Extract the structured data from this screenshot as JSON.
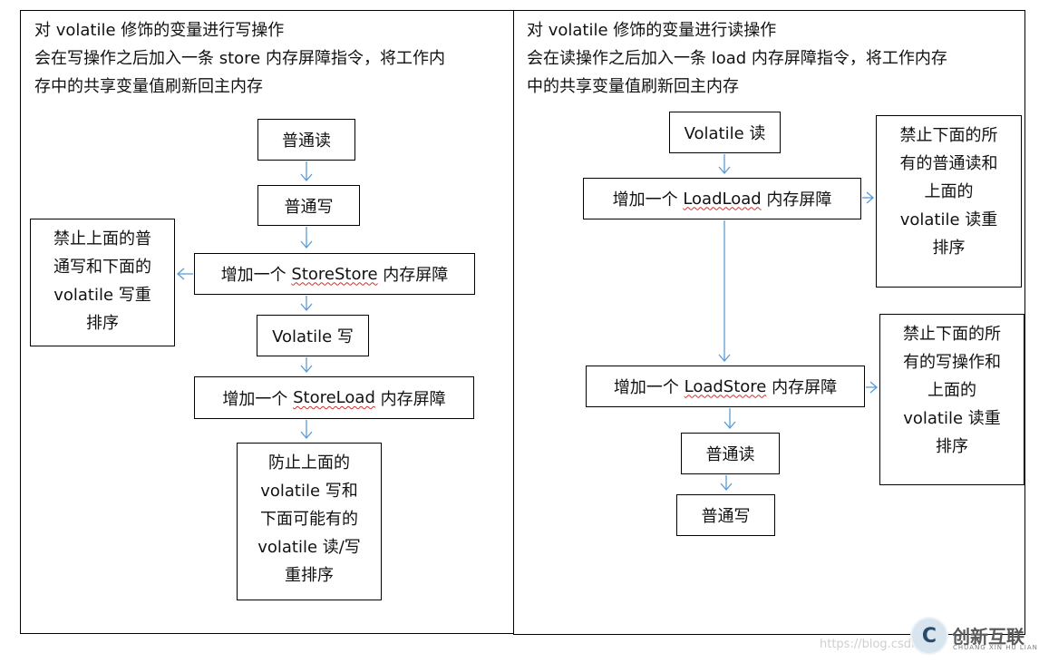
{
  "left_panel": {
    "description": [
      "对 volatile 修饰的变量进行写操作",
      "会在写操作之后加入一条 store 内存屏障指令，将工作内",
      "存中的共享变量值刷新回主内存"
    ],
    "boxes": {
      "normal_read": "普通读",
      "normal_write": "普通写",
      "storestore_prefix": "增加一个 ",
      "storestore_term": "StoreStore",
      "storestore_suffix": " 内存屏障",
      "volatile_write": "Volatile 写",
      "storeload_prefix": "增加一个 ",
      "storeload_term": "StoreLoad",
      "storeload_suffix": " 内存屏障"
    },
    "note_storestore": [
      "禁止上面的普",
      "通写和下面的",
      "volatile 写重",
      "排序"
    ],
    "note_storeload": [
      "防止上面的",
      "volatile 写和",
      "下面可能有的",
      "volatile 读/写",
      "重排序"
    ]
  },
  "right_panel": {
    "description": [
      "对 volatile 修饰的变量进行读操作",
      "会在读操作之后加入一条 load 内存屏障指令，将工作内存",
      "中的共享变量值刷新回主内存"
    ],
    "boxes": {
      "volatile_read": "Volatile 读",
      "loadload_prefix": "增加一个 ",
      "loadload_term": "LoadLoad",
      "loadload_suffix": " 内存屏障",
      "loadstore_prefix": "增加一个 ",
      "loadstore_term": "LoadStore",
      "loadstore_suffix": " 内存屏障",
      "normal_read": "普通读",
      "normal_write": "普通写"
    },
    "note_loadload": [
      "禁止下面的所",
      "有的普通读和",
      "上面的",
      "volatile 读重",
      "排序"
    ],
    "note_loadstore": [
      "禁止下面的所",
      "有的写操作和",
      "上面的",
      "volatile 读重",
      "排序"
    ]
  },
  "watermark": {
    "url_text": "https://blog.csdn",
    "logo_glyph": "C",
    "logo_name": "创新互联",
    "logo_sub": "CHUANG XIN HU LIAN"
  },
  "colors": {
    "arrow": "#5b9bd5",
    "border": "#000000",
    "underline": "#d03030"
  }
}
